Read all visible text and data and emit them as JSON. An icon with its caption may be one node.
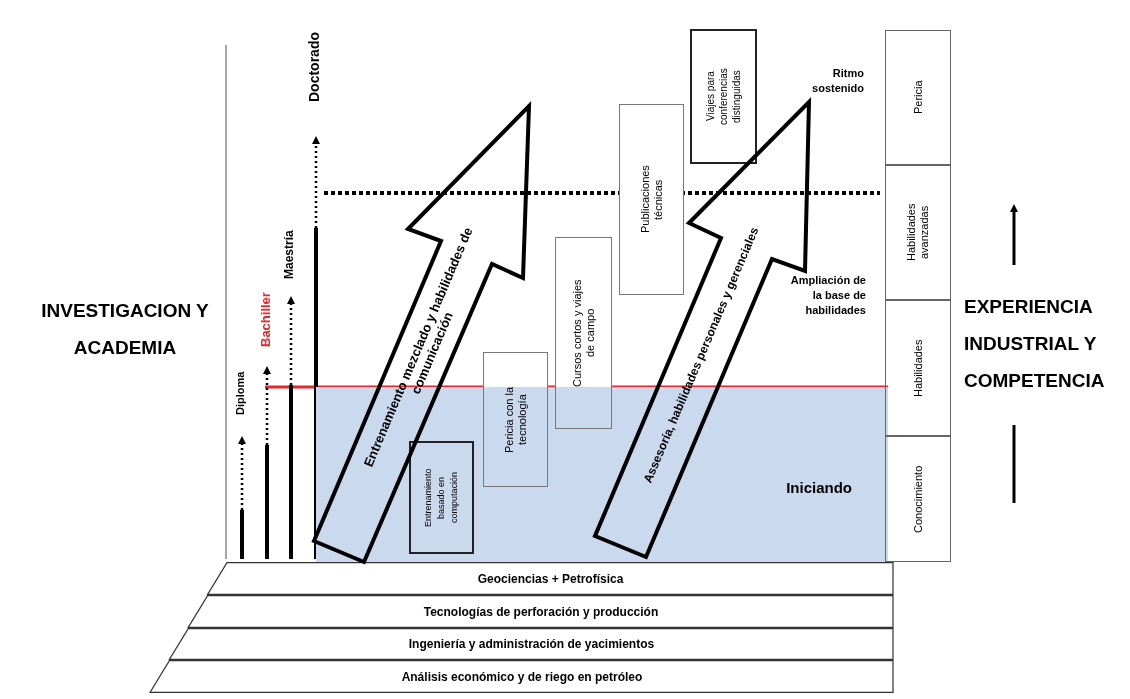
{
  "diagram": {
    "nodes": [
      {
        "text": [
          "Iniciando"
        ]
      },
      {
        "text": [
          "Entrenamiento mezclado y habilidades de comunicación"
        ]
      },
      {
        "text": [
          "Entrenamiento basado en computación"
        ],
        "in": 0
      },
      {
        "text": [
          "Pericia con la tecnología"
        ]
      },
      {
        "text": [
          "Cursos cortos y viajes de campo"
        ]
      },
      {
        "text": [
          "Publicaciones técnicas"
        ]
      },
      {
        "text": [
          "Viajes para conferencias distinguidas"
        ]
      },
      {
        "text": [
          "Assesoría, habilidades personales y gerenciales"
        ]
      },
      {
        "text": [
          "Pericia"
        ]
      },
      {
        "text": [
          "Habilidades avanzadas"
        ]
      },
      {
        "text": [
          "Habilidades"
        ]
      },
      {
        "text": [
          "Conocimiento"
        ]
      },
      {
        "text": [
          "Geociencias + Petrofísica"
        ]
      },
      {
        "text": [
          "Tecnologías de perforación y producción"
        ]
      },
      {
        "text": [
          "Ingeniería y administración de yacimientos"
        ]
      },
      {
        "text": [
          "Análisis económico y de riego en petróleo"
        ]
      }
    ],
    "labels": [
      "INVESTIGACION Y ACADEMIA",
      "Diploma",
      "Bachiller",
      "Maestría",
      "Doctorado",
      "Ritmo sostenido",
      "Ampliación de la base de habilidades",
      "EXPERIENCIA INDUSTRIAL Y COMPETENCIA"
    ]
  }
}
